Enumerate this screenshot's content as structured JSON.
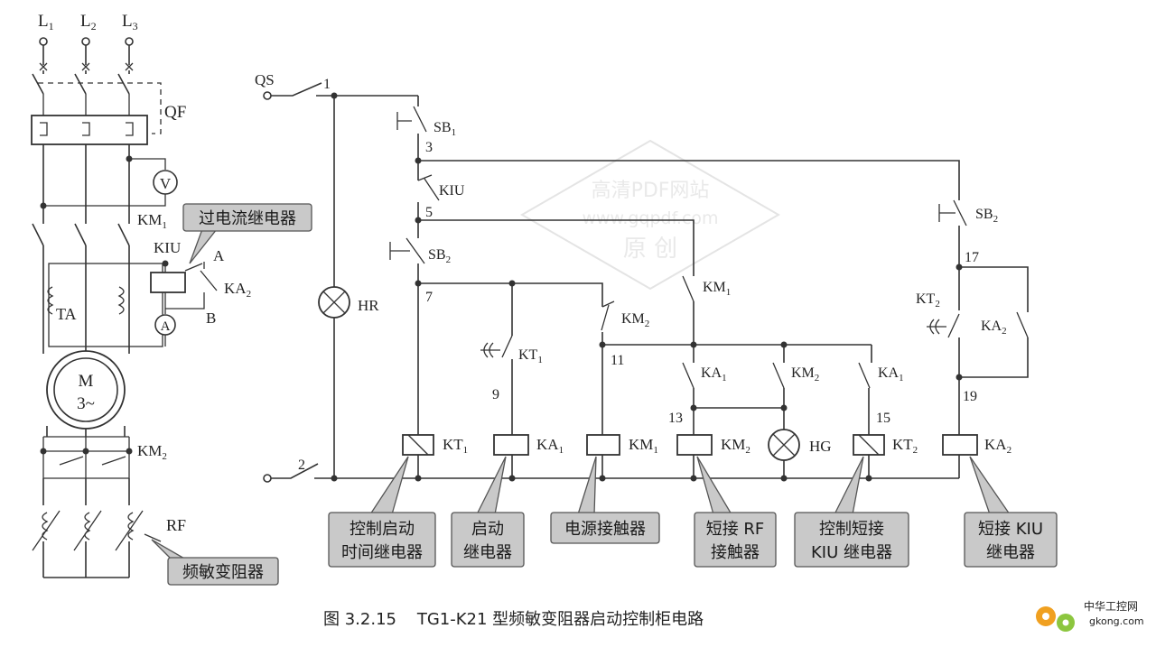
{
  "figure": {
    "caption": "图 3.2.15    TG1-K21 型频敏变阻器启动控制柜电路"
  },
  "watermark": {
    "line1": "高清PDF网站",
    "line2": "www.gqpdf.com",
    "line3": "原 创"
  },
  "logo": {
    "name": "中华工控网",
    "url": "gkong.com"
  },
  "main_circuit": {
    "phases": [
      "L",
      "L",
      "L"
    ],
    "phase_subs": [
      "1",
      "2",
      "3"
    ],
    "breaker": "QF",
    "voltmeter": "V",
    "main_contactor": "KM",
    "main_contactor_sub": "1",
    "overcurrent_relay": "KIU",
    "ammeter": "A",
    "current_transformer": "TA",
    "point_a": "A",
    "point_b": "B",
    "ka2_contact": "KA",
    "ka2_sub": "2",
    "motor": "M",
    "motor_phase": "3~",
    "short_contactor": "KM",
    "short_contactor_sub": "2",
    "resistor": "RF"
  },
  "control_circuit": {
    "switch": "QS",
    "nodes": [
      "1",
      "2",
      "3",
      "5",
      "7",
      "9",
      "11",
      "13",
      "15",
      "17",
      "19"
    ],
    "lamp_hr": "HR",
    "lamp_hg": "HG",
    "contacts": [
      {
        "label": "SB",
        "sub": "1"
      },
      {
        "label": "KIU",
        "sub": ""
      },
      {
        "label": "SB",
        "sub": "2"
      },
      {
        "label": "KT",
        "sub": "1"
      },
      {
        "label": "KM",
        "sub": "2"
      },
      {
        "label": "KM",
        "sub": "1"
      },
      {
        "label": "KA",
        "sub": "1"
      },
      {
        "label": "KM",
        "sub": "2"
      },
      {
        "label": "KA",
        "sub": "1"
      },
      {
        "label": "SB",
        "sub": "2"
      },
      {
        "label": "KT",
        "sub": "2"
      },
      {
        "label": "KA",
        "sub": "2"
      }
    ],
    "coils": [
      {
        "label": "KT",
        "sub": "1"
      },
      {
        "label": "KA",
        "sub": "1"
      },
      {
        "label": "KM",
        "sub": "1"
      },
      {
        "label": "KM",
        "sub": "2"
      },
      {
        "label": "KT",
        "sub": "2"
      },
      {
        "label": "KA",
        "sub": "2"
      }
    ]
  },
  "callouts": {
    "overcurrent": "过电流继电器",
    "resistor": "频敏变阻器",
    "kt1": [
      "控制启动",
      "时间继电器"
    ],
    "ka1": [
      "启动",
      "继电器"
    ],
    "km1": "电源接触器",
    "km2": [
      "短接 RF",
      "接触器"
    ],
    "kt2": [
      "控制短接",
      "KIU 继电器"
    ],
    "ka2": [
      "短接 KIU",
      "继电器"
    ]
  }
}
